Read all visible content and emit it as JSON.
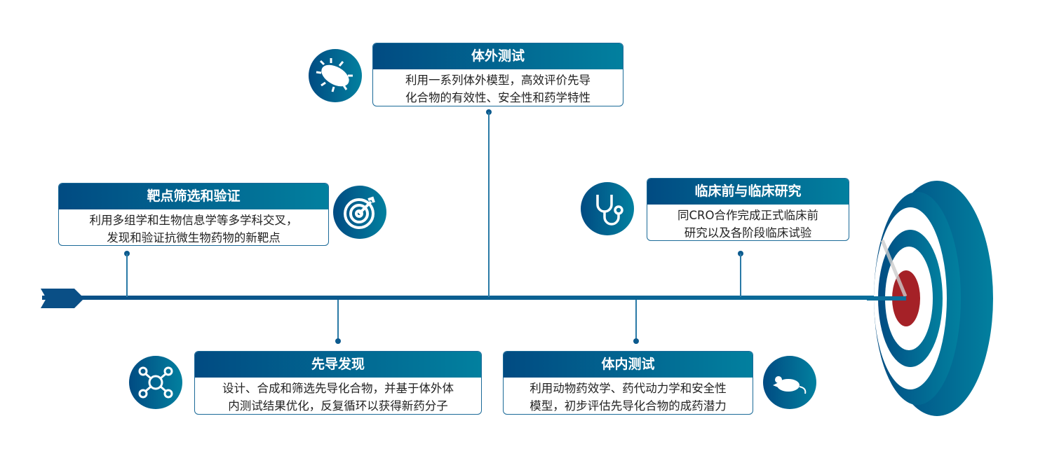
{
  "stages": [
    {
      "title": "靶点筛选和验证",
      "lines": [
        "利用多组学和生物信息学等多学科交叉，",
        "发现和验证抗微生物药物的新靶点"
      ],
      "icon": "target-icon"
    },
    {
      "title": "体外测试",
      "lines": [
        "利用一系列体外模型，高效评价先导",
        "化合物的有效性、安全性和药学特性"
      ],
      "icon": "bacteria-icon"
    },
    {
      "title": "临床前与临床研究",
      "lines": [
        "同CRO合作完成正式临床前",
        "研究以及各阶段临床试验"
      ],
      "icon": "stethoscope-icon"
    },
    {
      "title": "先导发现",
      "lines": [
        "设计、合成和筛选先导化合物，并基于体外体",
        "内测试结果优化，反复循环以获得新药分子"
      ],
      "icon": "molecule-icon"
    },
    {
      "title": "体内测试",
      "lines": [
        "利用动物药效学、药代动力学和安全性",
        "模型，初步评估先导化合物的成药潜力"
      ],
      "icon": "mouse-icon"
    }
  ],
  "colors": {
    "primary": "#014b82",
    "accent": "#02809f",
    "bullseye": "#a52127"
  }
}
